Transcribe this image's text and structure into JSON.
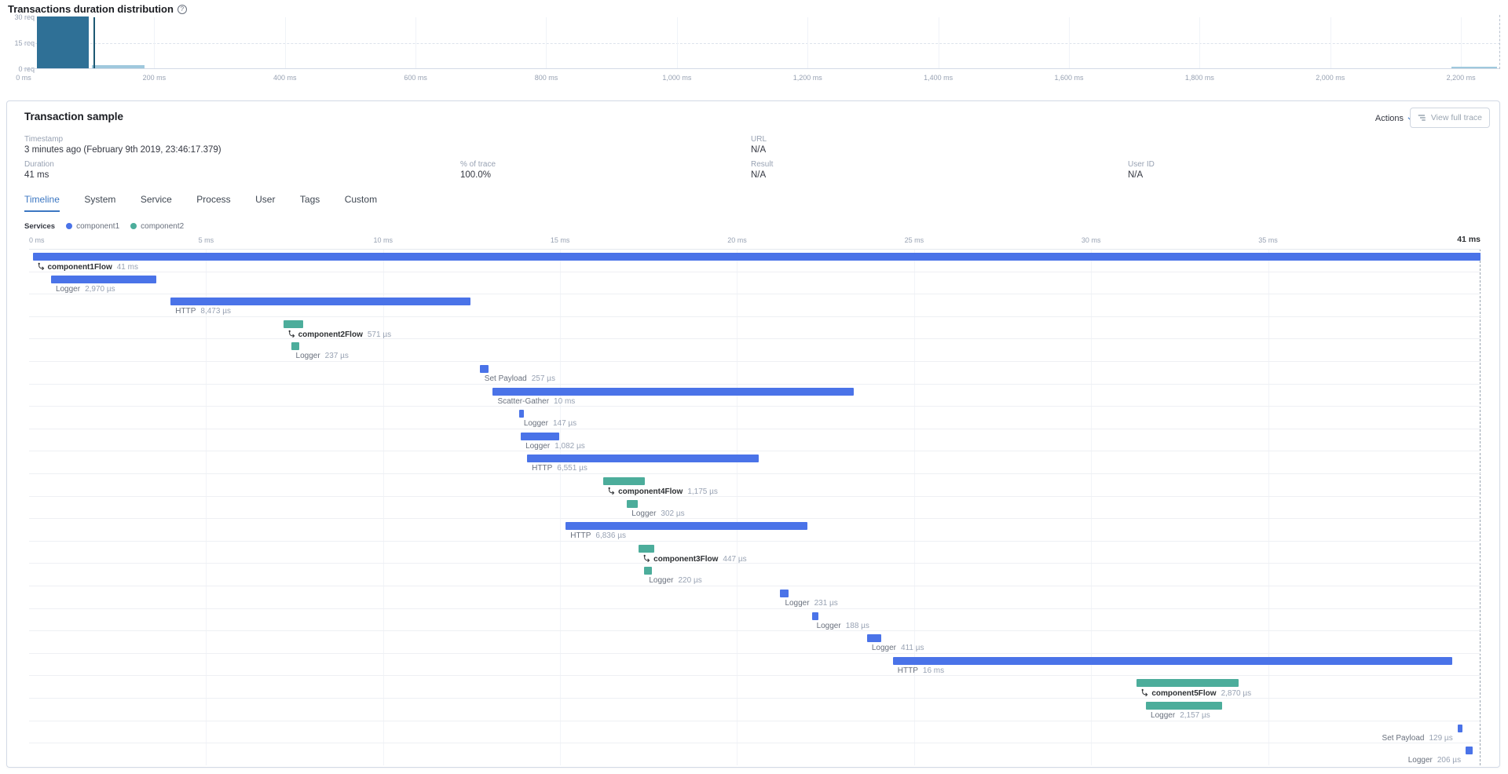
{
  "colors": {
    "accent": "#3c77c2",
    "bar_component1": "#4a73e8",
    "bar_component2": "#4cad9b",
    "hist_selected": "#2f7096",
    "hist_normal": "#9fc8dd",
    "hist_marker": "#1d5873"
  },
  "distribution": {
    "title": "Transactions duration distribution",
    "help_icon": "?",
    "y_tick_labels": [
      "30 req",
      "15 req",
      "0 req"
    ]
  },
  "sample_panel": {
    "title": "Transaction sample",
    "actions_label": "Actions",
    "view_full_trace_label": "View full trace",
    "fields": [
      {
        "label": "Timestamp",
        "value": "3 minutes ago (February 9th 2019, 23:46:17.379)"
      },
      {
        "label": "URL",
        "value": "N/A"
      },
      {
        "label": "Duration",
        "value": "41 ms"
      },
      {
        "label": "% of trace",
        "value": "100.0%"
      },
      {
        "label": "Result",
        "value": "N/A"
      },
      {
        "label": "User ID",
        "value": "N/A"
      }
    ],
    "tabs": [
      {
        "label": "Timeline"
      },
      {
        "label": "System"
      },
      {
        "label": "Service"
      },
      {
        "label": "Process"
      },
      {
        "label": "User"
      },
      {
        "label": "Tags"
      },
      {
        "label": "Custom"
      }
    ],
    "legend": {
      "title": "Services",
      "items": [
        {
          "label": "component1",
          "color": "#4a73e8"
        },
        {
          "label": "component2",
          "color": "#4cad9b"
        }
      ]
    }
  },
  "chart_data": [
    {
      "type": "bar",
      "title": "Transactions duration distribution",
      "ylabel": "requests",
      "ylim": [
        0,
        30
      ],
      "y_ticks": [
        30,
        15,
        0
      ],
      "xlim_ms": [
        0,
        2260
      ],
      "x_ticks": [
        {
          "ms": 0,
          "label": "0 ms"
        },
        {
          "ms": 200,
          "label": "200 ms"
        },
        {
          "ms": 400,
          "label": "400 ms"
        },
        {
          "ms": 600,
          "label": "600 ms"
        },
        {
          "ms": 800,
          "label": "800 ms"
        },
        {
          "ms": 1000,
          "label": "1,000 ms"
        },
        {
          "ms": 1200,
          "label": "1,200 ms"
        },
        {
          "ms": 1400,
          "label": "1,400 ms"
        },
        {
          "ms": 1600,
          "label": "1,600 ms"
        },
        {
          "ms": 1800,
          "label": "1,800 ms"
        },
        {
          "ms": 2000,
          "label": "2,000 ms"
        },
        {
          "ms": 2200,
          "label": "2,200 ms"
        }
      ],
      "buckets": [
        {
          "start_ms": 20,
          "end_ms": 100,
          "count": 30,
          "selected": true
        },
        {
          "start_ms": 105,
          "end_ms": 185,
          "count": 2,
          "selected": false
        },
        {
          "start_ms": 2185,
          "end_ms": 2255,
          "count": 1,
          "selected": false
        }
      ],
      "marker_ms": 107,
      "grid": true,
      "legend_position": "none"
    },
    {
      "type": "waterfall",
      "total_us": 41000,
      "x_ticks": [
        {
          "ms": 0,
          "label": "0 ms"
        },
        {
          "ms": 5,
          "label": "5 ms"
        },
        {
          "ms": 10,
          "label": "10 ms"
        },
        {
          "ms": 15,
          "label": "15 ms"
        },
        {
          "ms": 20,
          "label": "20 ms"
        },
        {
          "ms": 25,
          "label": "25 ms"
        },
        {
          "ms": 30,
          "label": "30 ms"
        },
        {
          "ms": 35,
          "label": "35 ms"
        }
      ],
      "end_label": "41 ms",
      "items": [
        {
          "name": "component1Flow",
          "kind": "transaction",
          "service": "component1",
          "start_us": 100,
          "duration_us": 41000,
          "duration_label": "41 ms"
        },
        {
          "name": "Logger",
          "kind": "span",
          "service": "component1",
          "start_us": 620,
          "duration_us": 2970,
          "duration_label": "2,970 µs"
        },
        {
          "name": "HTTP",
          "kind": "span",
          "service": "component1",
          "start_us": 4000,
          "duration_us": 8473,
          "duration_label": "8,473 µs"
        },
        {
          "name": "component2Flow",
          "kind": "transaction",
          "service": "component2",
          "start_us": 7180,
          "duration_us": 571,
          "duration_label": "571 µs"
        },
        {
          "name": "Logger",
          "kind": "span",
          "service": "component2",
          "start_us": 7400,
          "duration_us": 237,
          "duration_label": "237 µs"
        },
        {
          "name": "Set Payload",
          "kind": "span",
          "service": "component1",
          "start_us": 12730,
          "duration_us": 257,
          "duration_label": "257 µs"
        },
        {
          "name": "Scatter-Gather",
          "kind": "span",
          "service": "component1",
          "start_us": 13100,
          "duration_us": 10200,
          "duration_label": "10 ms"
        },
        {
          "name": "Logger",
          "kind": "span",
          "service": "component1",
          "start_us": 13840,
          "duration_us": 147,
          "duration_label": "147 µs"
        },
        {
          "name": "Logger",
          "kind": "span",
          "service": "component1",
          "start_us": 13890,
          "duration_us": 1082,
          "duration_label": "1,082 µs"
        },
        {
          "name": "HTTP",
          "kind": "span",
          "service": "component1",
          "start_us": 14070,
          "duration_us": 6551,
          "duration_label": "6,551 µs"
        },
        {
          "name": "component4Flow",
          "kind": "transaction",
          "service": "component2",
          "start_us": 16220,
          "duration_us": 1175,
          "duration_label": "1,175 µs"
        },
        {
          "name": "Logger",
          "kind": "span",
          "service": "component2",
          "start_us": 16890,
          "duration_us": 302,
          "duration_label": "302 µs"
        },
        {
          "name": "HTTP",
          "kind": "span",
          "service": "component1",
          "start_us": 15160,
          "duration_us": 6836,
          "duration_label": "6,836 µs"
        },
        {
          "name": "component3Flow",
          "kind": "transaction",
          "service": "component2",
          "start_us": 17220,
          "duration_us": 447,
          "duration_label": "447 µs"
        },
        {
          "name": "Logger",
          "kind": "span",
          "service": "component2",
          "start_us": 17380,
          "duration_us": 220,
          "duration_label": "220 µs"
        },
        {
          "name": "Logger",
          "kind": "span",
          "service": "component1",
          "start_us": 21220,
          "duration_us": 231,
          "duration_label": "231 µs"
        },
        {
          "name": "Logger",
          "kind": "span",
          "service": "component1",
          "start_us": 22110,
          "duration_us": 188,
          "duration_label": "188 µs"
        },
        {
          "name": "Logger",
          "kind": "span",
          "service": "component1",
          "start_us": 23670,
          "duration_us": 411,
          "duration_label": "411 µs"
        },
        {
          "name": "HTTP",
          "kind": "span",
          "service": "component1",
          "start_us": 24400,
          "duration_us": 15800,
          "duration_label": "16 ms"
        },
        {
          "name": "component5Flow",
          "kind": "transaction",
          "service": "component2",
          "start_us": 31290,
          "duration_us": 2870,
          "duration_label": "2,870 µs"
        },
        {
          "name": "Logger",
          "kind": "span",
          "service": "component2",
          "start_us": 31550,
          "duration_us": 2157,
          "duration_label": "2,157 µs"
        },
        {
          "name": "Set Payload",
          "kind": "span",
          "service": "component1",
          "start_us": 40350,
          "duration_us": 129,
          "duration_label": "129 µs",
          "label_side": "left"
        },
        {
          "name": "Logger",
          "kind": "span",
          "service": "component1",
          "start_us": 40580,
          "duration_us": 206,
          "duration_label": "206 µs",
          "label_side": "left"
        }
      ]
    }
  ]
}
